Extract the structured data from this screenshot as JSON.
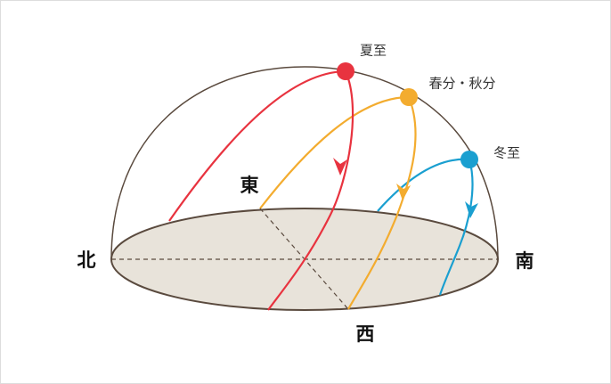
{
  "labels": {
    "summer_solstice": "夏至",
    "equinox": "春分・秋分",
    "winter_solstice": "冬至"
  },
  "directions": {
    "north": "北",
    "south": "南",
    "east": "東",
    "west": "西"
  },
  "colors": {
    "summer": "#e8333f",
    "equinox": "#f3ac2f",
    "winter": "#1a9fd0",
    "ground": "#e8e3da",
    "outline": "#5a4a3e"
  }
}
